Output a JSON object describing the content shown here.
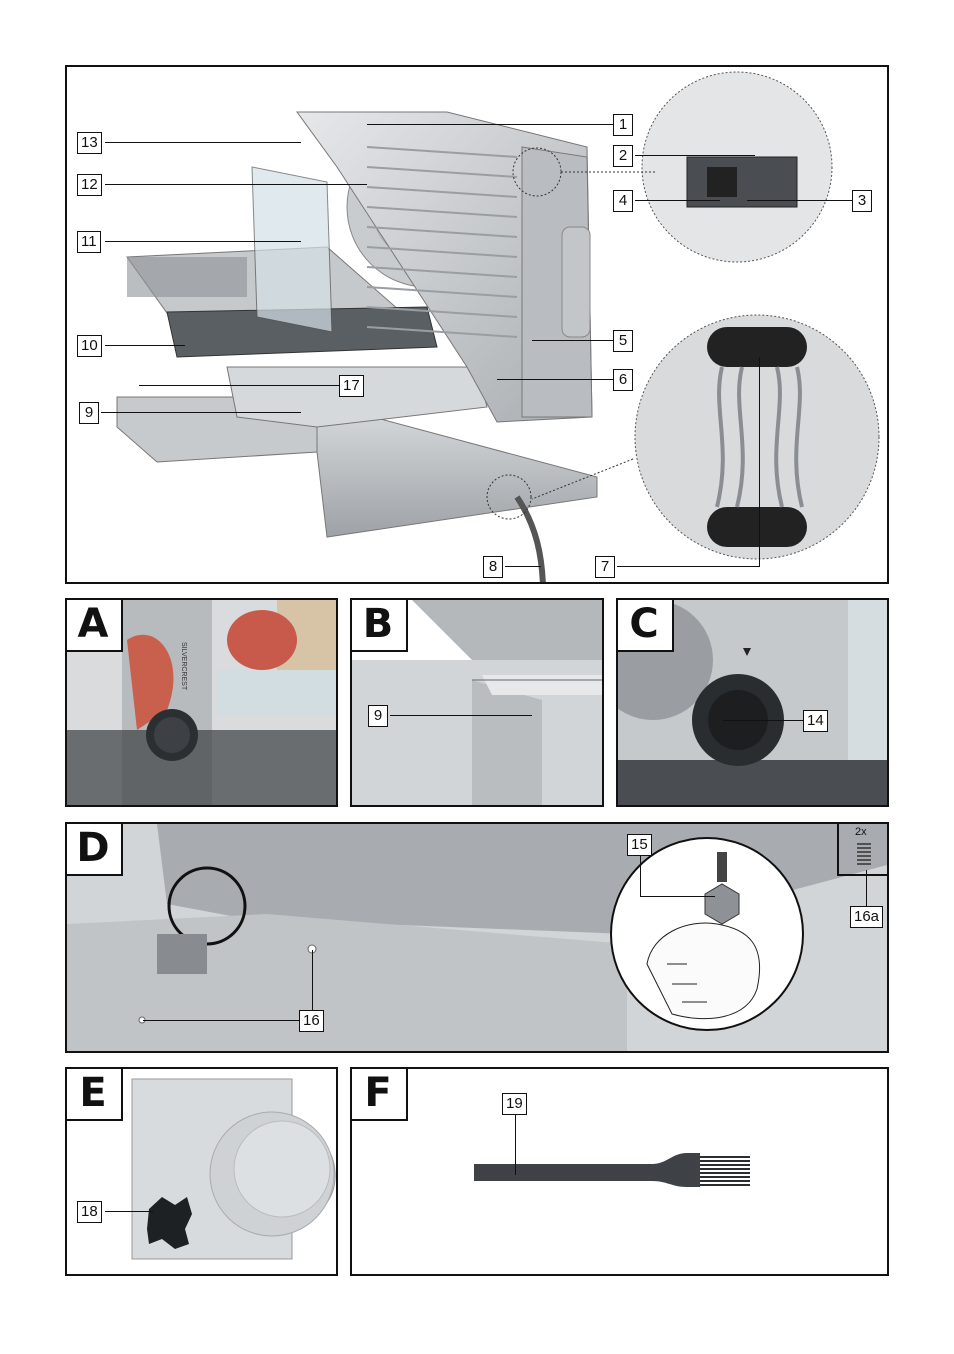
{
  "main": {
    "callouts": [
      "1",
      "2",
      "3",
      "4",
      "5",
      "6",
      "7",
      "8",
      "9",
      "10",
      "11",
      "12",
      "13",
      "17"
    ]
  },
  "panels": {
    "a": {
      "letter": "A",
      "brand": "SILVERCREST"
    },
    "b": {
      "letter": "B",
      "callout": "9"
    },
    "c": {
      "letter": "C",
      "callout": "14"
    },
    "d": {
      "letter": "D",
      "callout_15": "15",
      "callout_16": "16",
      "callout_16a": "16a",
      "quantity": "2x"
    },
    "e": {
      "letter": "E",
      "callout": "18"
    },
    "f": {
      "letter": "F",
      "callout": "19"
    }
  }
}
